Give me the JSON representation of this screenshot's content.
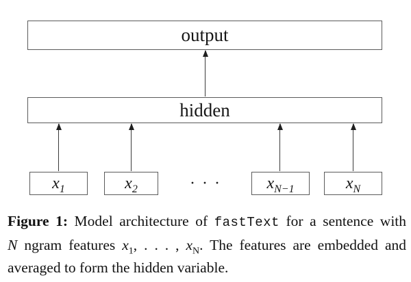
{
  "diagram": {
    "output_label": "output",
    "hidden_label": "hidden",
    "inputs": [
      {
        "base": "x",
        "sub": "1"
      },
      {
        "base": "x",
        "sub": "2"
      },
      {
        "base": "x",
        "sub": "N−1"
      },
      {
        "base": "x",
        "sub": "N"
      }
    ],
    "ellipsis": "· · ·"
  },
  "caption": {
    "heading": "Figure 1:",
    "architecture_text": "Model architecture of",
    "code": "fastText",
    "sentence_text": "for a sentence with",
    "n_var": "N",
    "ngram_text": "ngram features",
    "x1_base": "x",
    "x1_sub": "1",
    "dots_sep": ", . . . ,",
    "xn_base": "x",
    "xn_sub": "N",
    "embedded_text": ". The features are embedded and",
    "line3": "averaged to form the hidden variable."
  },
  "colors": {
    "background": "#ffffff",
    "box_border": "#5a5a5a",
    "arrow_line": "#3a3a3a",
    "text": "#161616"
  }
}
